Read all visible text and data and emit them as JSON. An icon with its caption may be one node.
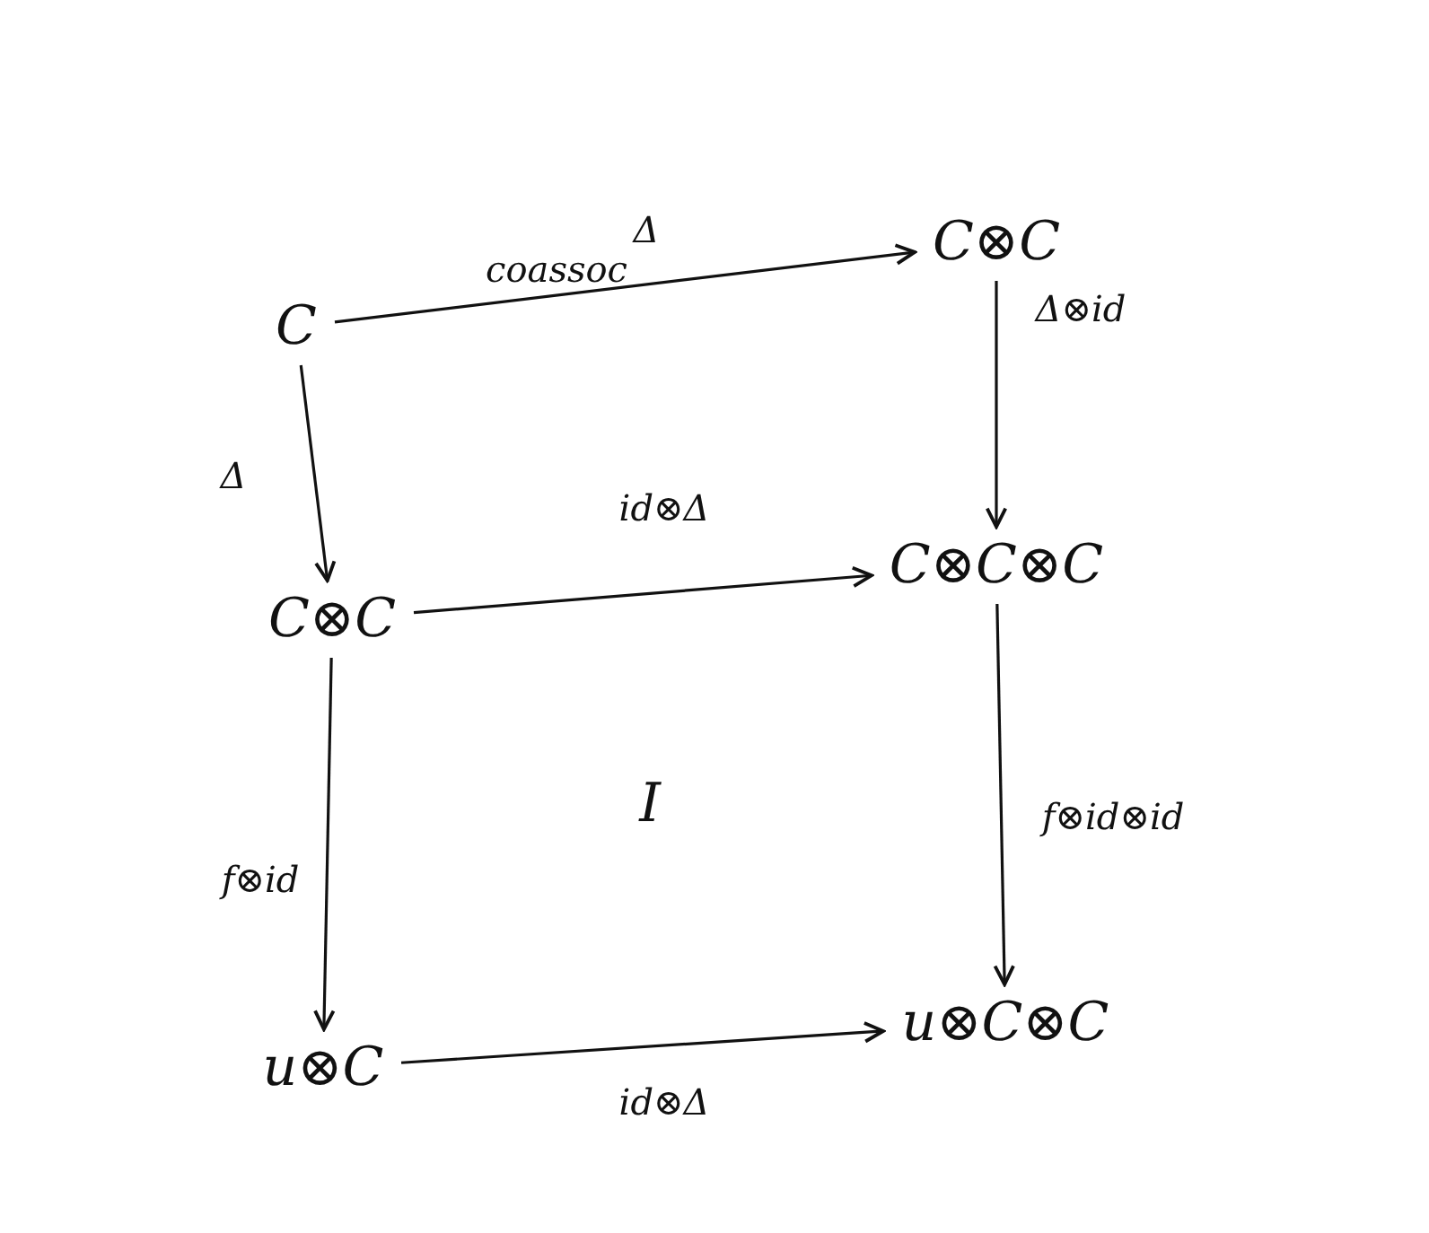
{
  "diagram": {
    "nodes": [
      {
        "text": [
          "C"
        ]
      },
      {
        "text": [
          "C⊗C"
        ]
      },
      {
        "text": [
          "C⊗C"
        ]
      },
      {
        "text": [
          "C⊗C⊗C"
        ]
      },
      {
        "text": [
          "u⊗C"
        ]
      },
      {
        "text": [
          "u⊗C⊗C"
        ]
      }
    ],
    "edges": [
      {
        "from": 0,
        "to": 1,
        "arrow": "to",
        "label": "Δ"
      },
      {
        "from": 0,
        "to": 2,
        "arrow": "to",
        "label": "Δ"
      },
      {
        "from": 1,
        "to": 3,
        "arrow": "to",
        "label": "Δ⊗id"
      },
      {
        "from": 2,
        "to": 3,
        "arrow": "to",
        "label": "id⊗Δ"
      },
      {
        "from": 2,
        "to": 4,
        "arrow": "to",
        "label": "f⊗id"
      },
      {
        "from": 3,
        "to": 5,
        "arrow": "to",
        "label": "f⊗id⊗id"
      },
      {
        "from": 4,
        "to": 5,
        "arrow": "to",
        "label": "id⊗Δ"
      }
    ],
    "labels": [
      "coassoc",
      "I"
    ]
  }
}
